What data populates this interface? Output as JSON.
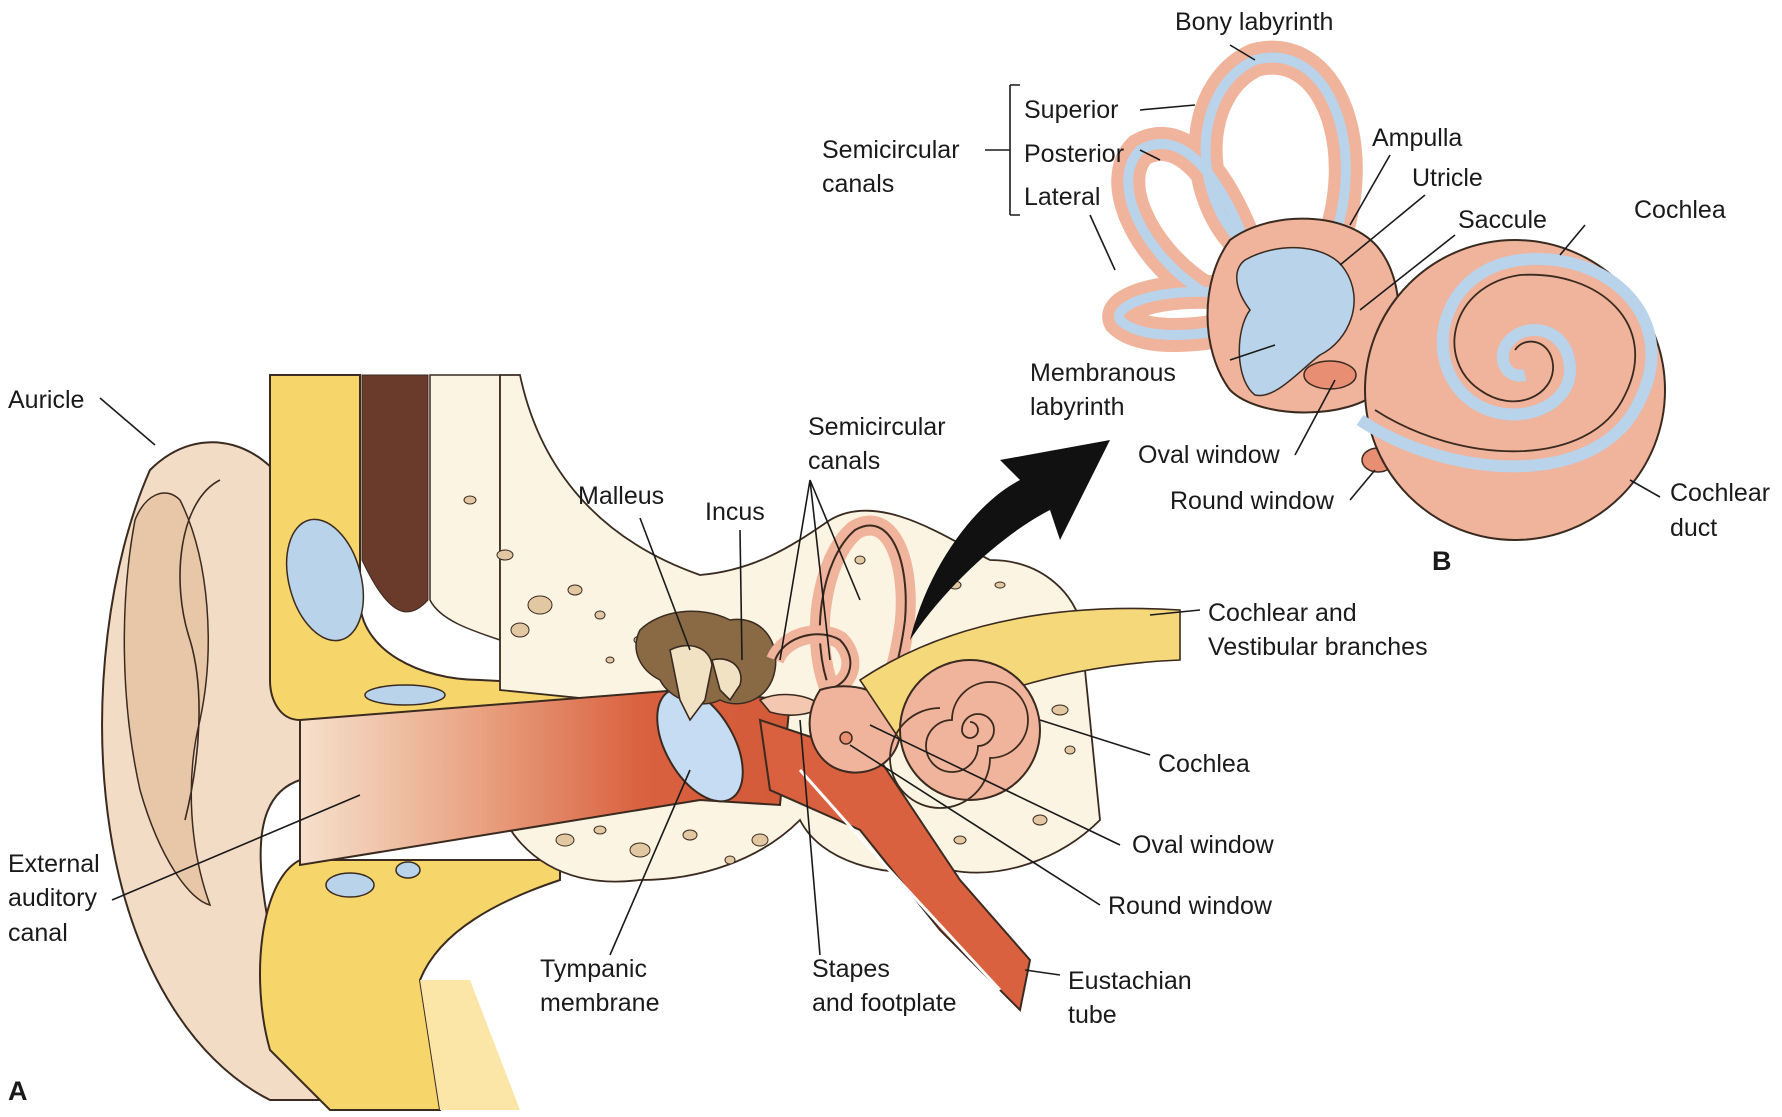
{
  "panels": {
    "a": "A",
    "b": "B"
  },
  "labels": {
    "auricle": "Auricle",
    "external_canal": [
      "External",
      "auditory",
      "canal"
    ],
    "malleus": "Malleus",
    "incus": "Incus",
    "semicircular_canals_a": [
      "Semicircular",
      "canals"
    ],
    "cochlear_vestibular": [
      "Cochlear and",
      "Vestibular branches"
    ],
    "cochlea_a": "Cochlea",
    "oval_window_a": "Oval window",
    "round_window_a": "Round window",
    "eustachian": [
      "Eustachian",
      "tube"
    ],
    "stapes": [
      "Stapes",
      "and footplate"
    ],
    "tympanic": [
      "Tympanic",
      "membrane"
    ],
    "bony_labyrinth": "Bony labyrinth",
    "semicircular_canals_b": [
      "Semicircular",
      "canals"
    ],
    "superior": "Superior",
    "posterior": "Posterior",
    "lateral": "Lateral",
    "ampulla": "Ampulla",
    "utricle": "Utricle",
    "saccule": "Saccule",
    "cochlea_b": "Cochlea",
    "membranous_labyrinth": [
      "Membranous",
      "labyrinth"
    ],
    "oval_window_b": "Oval window",
    "round_window_b": "Round window",
    "cochlear_duct": [
      "Cochlear",
      "duct"
    ]
  },
  "colors": {
    "skin": "#f3dcc6",
    "skin_dark": "#e8c7a8",
    "fat": "#f6d66b",
    "bone": "#fbf4e2",
    "canal": "#d9613f",
    "labyrinth": "#f0b39b",
    "membranous": "#b9d3ea",
    "ossicle": "#8a6a45",
    "nerve": "#f4d87a",
    "tympanic": "#c6dcf2"
  }
}
